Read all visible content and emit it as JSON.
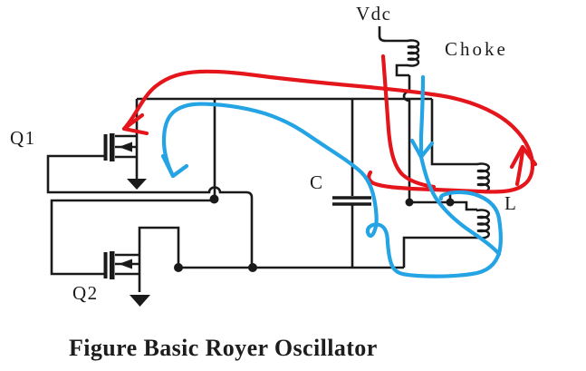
{
  "diagram": {
    "title": "Basic Royer Oscillator schematic",
    "labels": {
      "q1": "Q1",
      "q2": "Q2",
      "capacitor": "C",
      "inductor": "L",
      "vdc": "Vdc",
      "choke": "Choke"
    },
    "caption": "Figure Basic Royer Oscillator",
    "colors": {
      "wire": "#1a1a1a",
      "red_annotation": "#e4151b",
      "blue_annotation": "#24a4e4",
      "text": "#1b1b1b"
    },
    "annotations": {
      "red_loop_meaning": "red current path arrow",
      "blue_loop_meaning": "blue current path arrow"
    }
  }
}
